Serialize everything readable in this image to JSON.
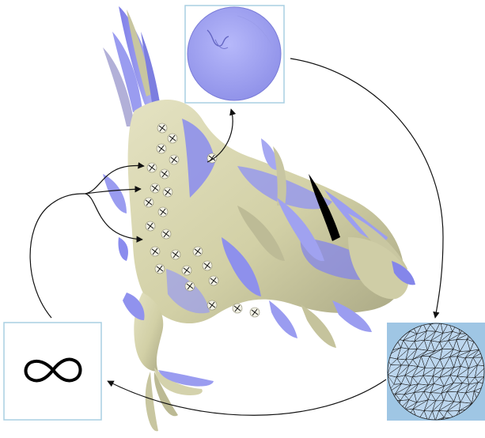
{
  "figure": {
    "colors": {
      "background": "#ffffff",
      "surface_cream": "#d8d6b0",
      "surface_cream_dark": "#b8b68c",
      "surface_blue": "#8c8cf0",
      "surface_blue_dark": "#6a6ad8",
      "disk_fill": "#a8aaf6",
      "inset_border": "#a9cfe2",
      "mesh_box_fill": "#9fc6e4",
      "mesh_disk_fill": "#bcd6ee",
      "arrow": "#111111"
    },
    "panels": [
      {
        "id": "disk-parameterization",
        "icon": "textured-disk"
      },
      {
        "id": "triangulated-disk",
        "icon": "triangle-mesh-disk"
      },
      {
        "id": "infinity-symbol",
        "icon": "infinity-symbol"
      }
    ],
    "cone_markers": 24
  }
}
